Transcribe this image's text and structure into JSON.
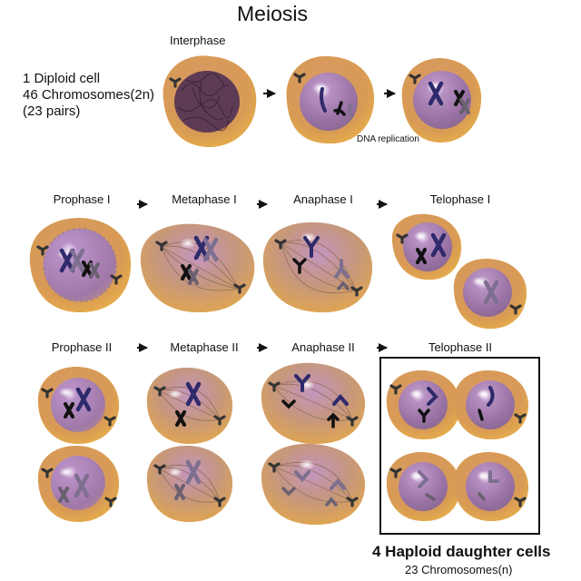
{
  "title": "Meiosis",
  "interphase": {
    "label": "Interphase",
    "info": [
      "1 Diploid cell",
      "46 Chromosomes(2n)",
      "(23 pairs)"
    ],
    "dna_replication": "DNA replication"
  },
  "row1_stages": [
    "Prophase I",
    "Metaphase I",
    "Anaphase I",
    "Telophase I"
  ],
  "row2_stages": [
    "Prophase II",
    "Metaphase II",
    "Anaphase II",
    "Telophase II"
  ],
  "result": {
    "title": "4 Haploid daughter cells",
    "subtitle": "23 Chromosomes(n)"
  },
  "colors": {
    "cytoplasm": "#e0a450",
    "nucleus": "#a27aa8",
    "chromosome_dark": "#2e2a6b",
    "chromosome_light": "#7a6d8c",
    "spindle": "#8d6a58"
  }
}
